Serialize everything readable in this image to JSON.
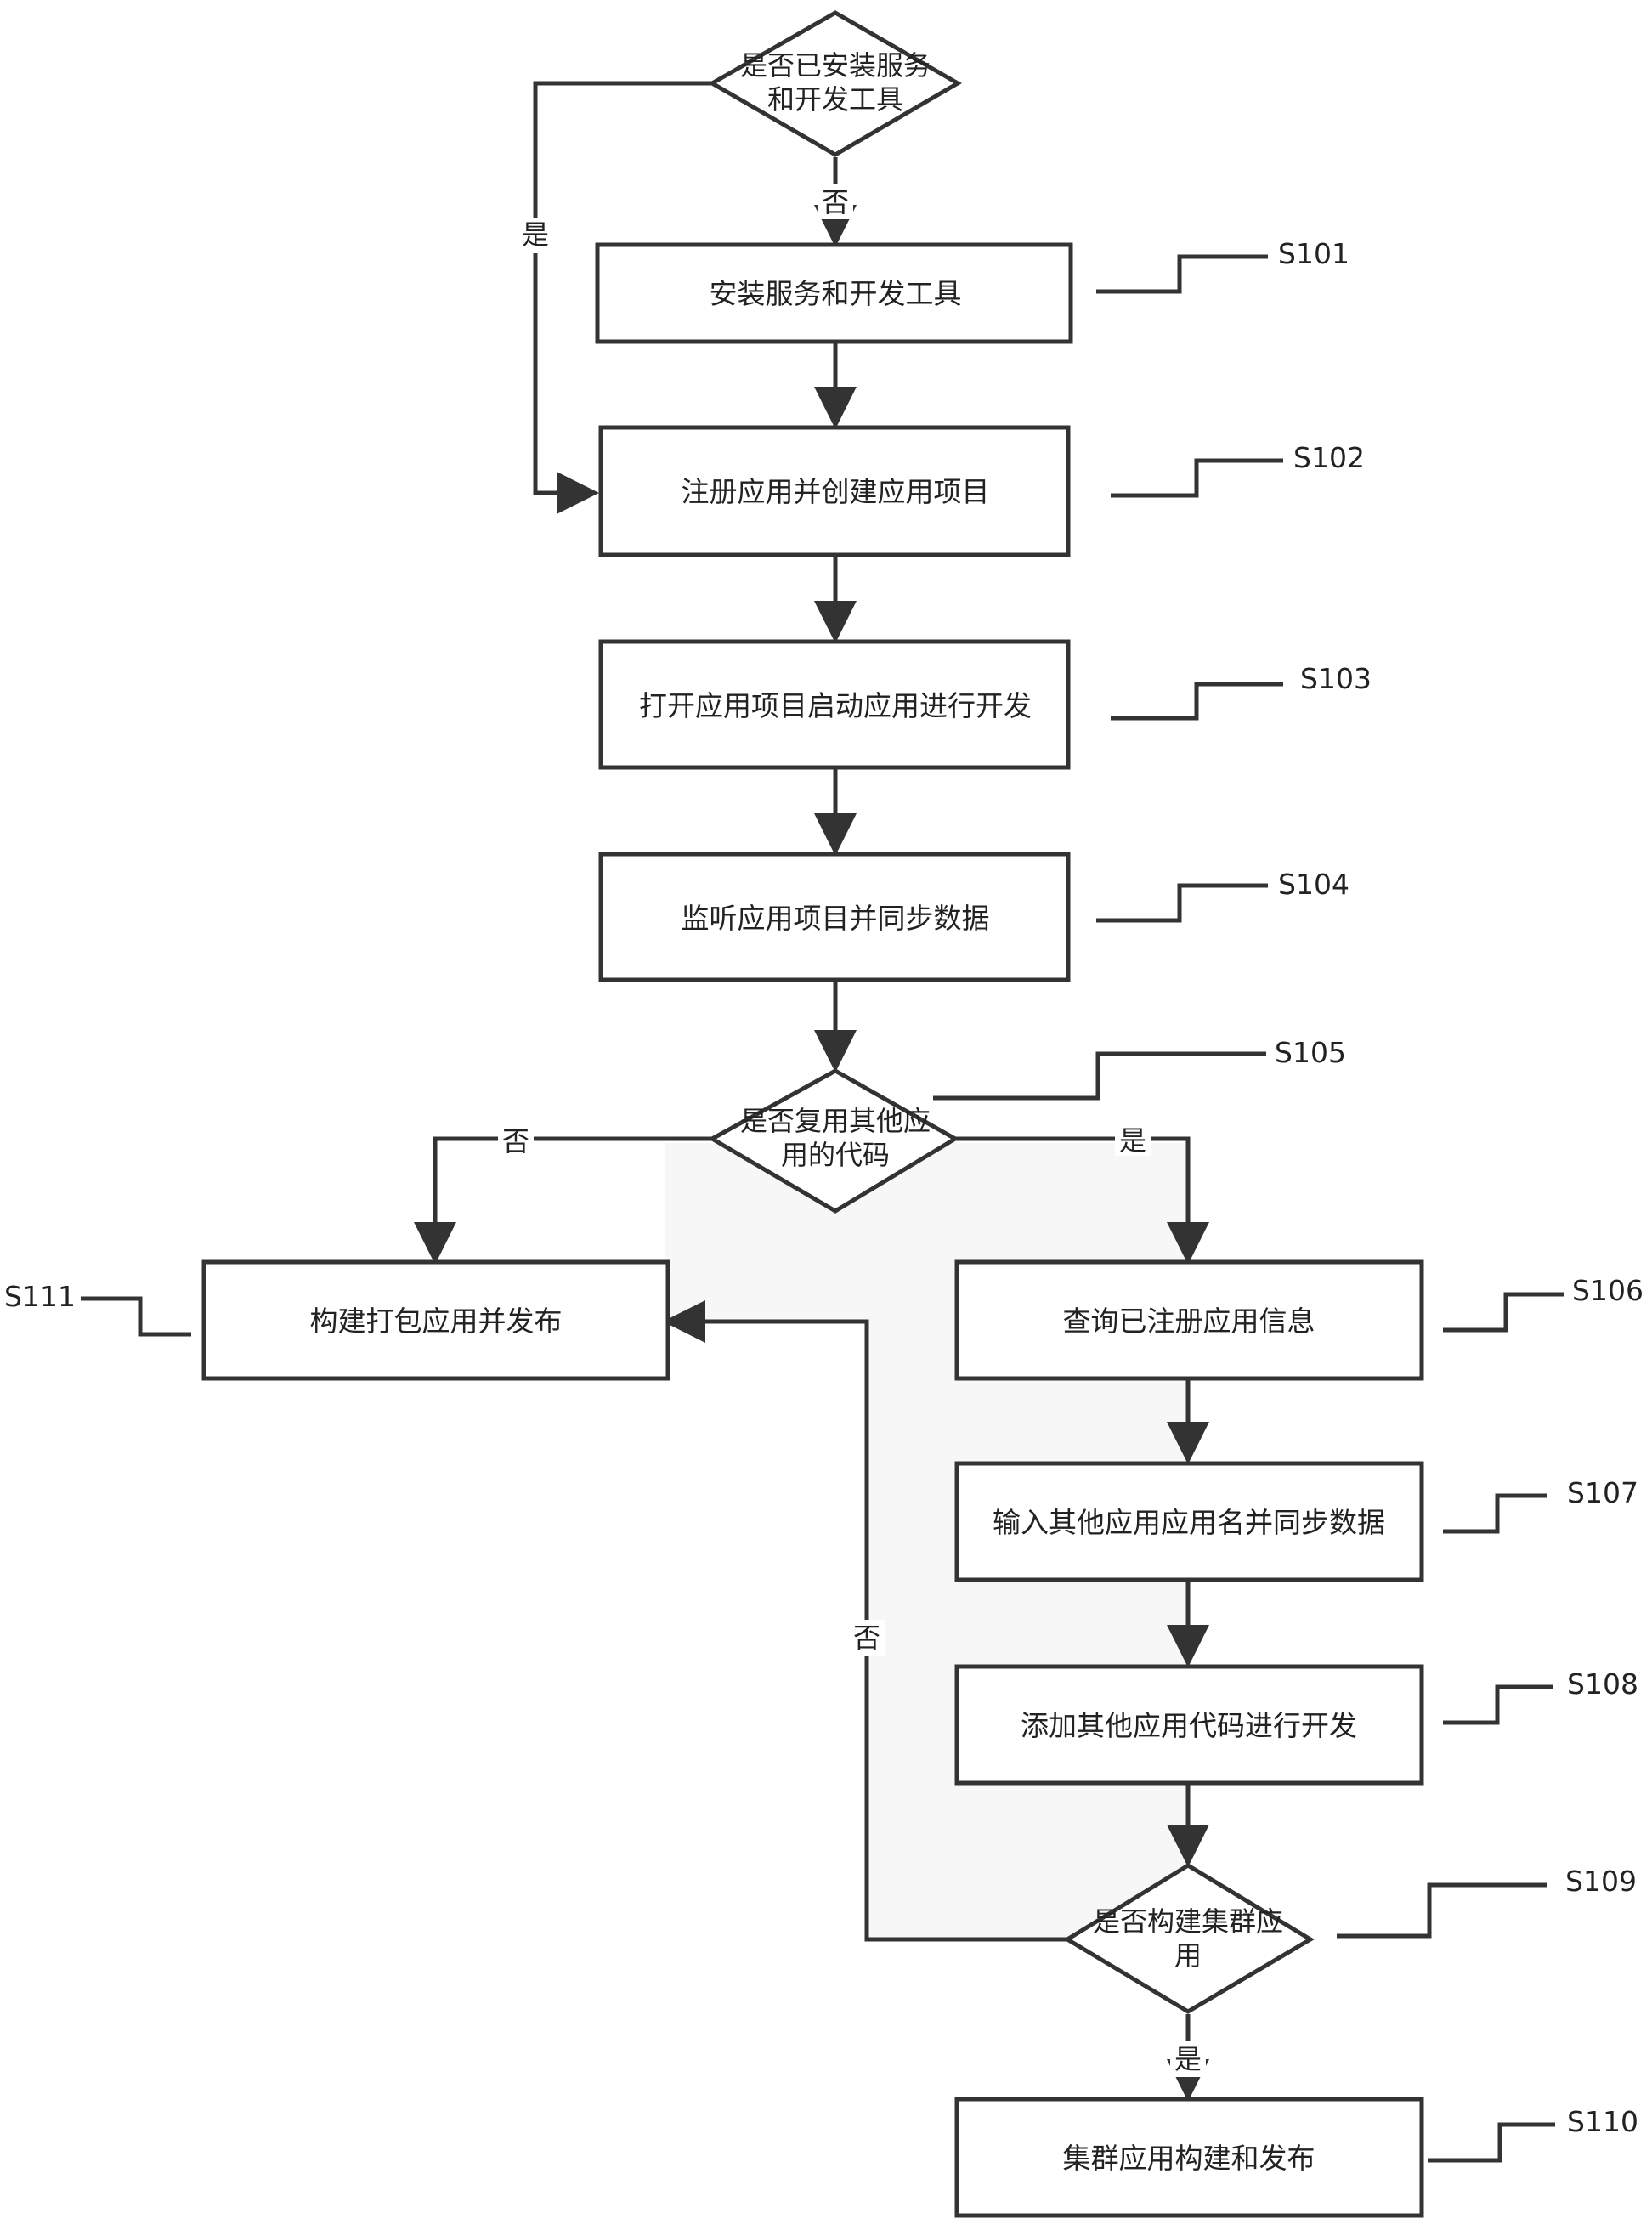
{
  "nodes": {
    "d1": {
      "line1": "是否已安装服务",
      "line2": "和开发工具"
    },
    "s101": "安装服务和开发工具",
    "s102": "注册应用并创建应用项目",
    "s103": "打开应用项目启动应用进行开发",
    "s104": "监听应用项目并同步数据",
    "d105": {
      "line1": "是否复用其他应",
      "line2": "用的代码"
    },
    "s106": "查询已注册应用信息",
    "s107": "输入其他应用应用名并同步数据",
    "s108": "添加其他应用代码进行开发",
    "d109": {
      "line1": "是否构建集群应",
      "line2": "用"
    },
    "s110": "集群应用构建和发布",
    "s111": "构建打包应用并发布"
  },
  "edge_labels": {
    "d1_no": "否",
    "d1_yes": "是",
    "d105_no": "否",
    "d105_yes": "是",
    "d109_no": "否",
    "d109_yes": "是"
  },
  "step_labels": {
    "s101": "S101",
    "s102": "S102",
    "s103": "S103",
    "s104": "S104",
    "s105": "S105",
    "s106": "S106",
    "s107": "S107",
    "s108": "S108",
    "s109": "S109",
    "s110": "S110",
    "s111": "S111"
  },
  "colors": {
    "stroke": "#333333",
    "region_fill": "#f7f7f7"
  }
}
